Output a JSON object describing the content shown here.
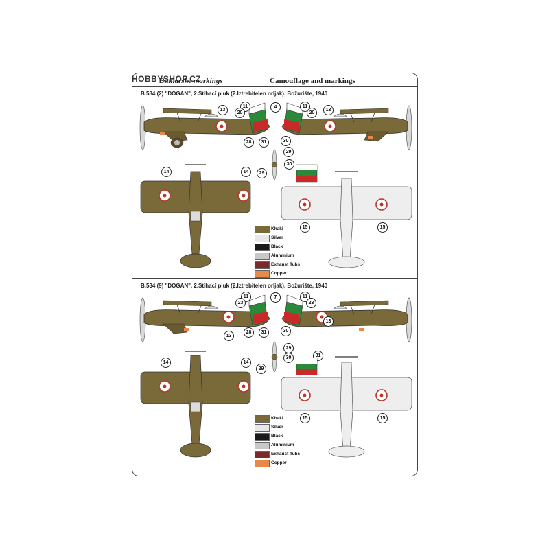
{
  "header": {
    "watermark": "HOBBYSHOP.CZ",
    "left_title": "Bulharské markings",
    "right_title": "Camouflage and markings"
  },
  "panels": [
    {
      "subtitle": "B.534 (2) \"DOGAN\", 2.Stihací pluk (2.Iztrebitelen orljak), Božurište, 1940",
      "nose_number": "2",
      "callouts": [
        "13",
        "11",
        "20",
        "4",
        "11",
        "20",
        "13",
        "28",
        "31",
        "30",
        "29",
        "30",
        "14",
        "14",
        "29",
        "15",
        "15"
      ],
      "legend": [
        "Khaki",
        "Silver",
        "Black",
        "Aluminium",
        "Exhaust Tubs",
        "Copper"
      ]
    },
    {
      "subtitle": "B.534 (9) \"DOGAN\", 2.Stihací pluk (2.Iztrebitelen orljak), Božurište, 1940",
      "nose_number": "9",
      "callouts": [
        "11",
        "23",
        "7",
        "11",
        "23",
        "13",
        "28",
        "31",
        "30",
        "13",
        "29",
        "30",
        "31",
        "14",
        "14",
        "29",
        "15",
        "15"
      ],
      "legend": [
        "Khaki",
        "Silver",
        "Black",
        "Aluminium",
        "Exhaust Tubs",
        "Copper"
      ]
    }
  ],
  "colors": {
    "khaki": "#7a6a3a",
    "silver": "#e8e8e8",
    "black": "#1a1a1a",
    "aluminium": "#c8c8c8",
    "exhaust": "#7a2a2a",
    "copper": "#e8894a",
    "roundel_red": "#b8352a",
    "roundel_yellow": "#e8c24a",
    "flag_white": "#ffffff",
    "flag_green": "#2a8a3a",
    "flag_red": "#c82a2a"
  }
}
